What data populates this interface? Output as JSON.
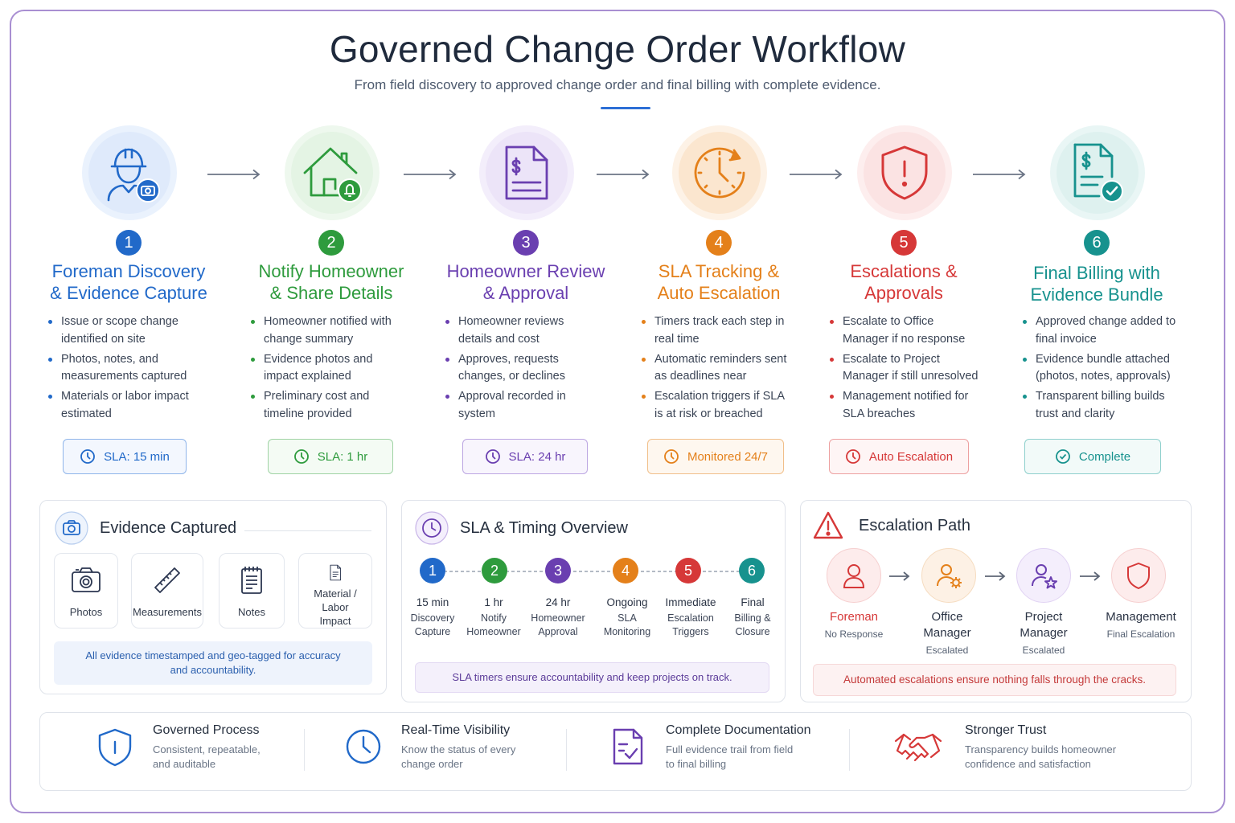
{
  "header": {
    "title": "Governed Change Order Workflow",
    "subtitle": "From field discovery to approved change order and final billing with complete evidence."
  },
  "colors": {
    "blue": "#2169c9",
    "green": "#2e9b3d",
    "purple": "#6a3fb0",
    "orange": "#e4801a",
    "red": "#d63838",
    "teal": "#17928e"
  },
  "steps": [
    {
      "number": "1",
      "title_l1": "Foreman Discovery",
      "title_l2": "& Evidence Capture",
      "icon": "foreman-camera-icon",
      "bullets": [
        "Issue or scope change identified on site",
        "Photos, notes, and measurements captured",
        "Materials or labor impact estimated"
      ],
      "sla": "SLA: 15 min"
    },
    {
      "number": "2",
      "title_l1": "Notify Homeowner",
      "title_l2": "& Share Details",
      "icon": "house-bell-icon",
      "bullets": [
        "Homeowner notified with change summary",
        "Evidence photos and impact explained",
        "Preliminary cost and timeline provided"
      ],
      "sla": "SLA: 1 hr"
    },
    {
      "number": "3",
      "title_l1": "Homeowner Review",
      "title_l2": "& Approval",
      "icon": "invoice-document-icon",
      "bullets": [
        "Homeowner reviews details and cost",
        "Approves, requests changes, or declines",
        "Approval recorded in system"
      ],
      "sla": "SLA: 24 hr"
    },
    {
      "number": "4",
      "title_l1": "SLA Tracking &",
      "title_l2": "Auto Escalation",
      "icon": "clock-icon",
      "bullets": [
        "Timers track each step in real time",
        "Automatic reminders sent as deadlines near",
        "Escalation triggers if SLA is at risk or breached"
      ],
      "sla": "Monitored 24/7"
    },
    {
      "number": "5",
      "title_l1": "Escalations &",
      "title_l2": "Approvals",
      "icon": "alert-shield-icon",
      "bullets": [
        "Escalate to Office Manager if no response",
        "Escalate to Project Manager if still unresolved",
        "Management notified for SLA breaches"
      ],
      "sla": "Auto Escalation"
    },
    {
      "number": "6",
      "title_l1": "Final Billing with",
      "title_l2": "Evidence Bundle",
      "icon": "billing-check-icon",
      "bullets": [
        "Approved change added to final invoice",
        "Evidence bundle attached (photos, notes, approvals)",
        "Transparent billing builds trust and clarity"
      ],
      "sla": "Complete"
    }
  ],
  "evidence": {
    "title": "Evidence Captured",
    "items": [
      {
        "label": "Photos",
        "icon": "camera-icon"
      },
      {
        "label": "Measurements",
        "icon": "ruler-icon"
      },
      {
        "label": "Notes",
        "icon": "notepad-icon"
      },
      {
        "label_l1": "Material / Labor",
        "label_l2": "Impact",
        "icon": "document-icon"
      }
    ],
    "note_l1": "All evidence timestamped and geo-tagged for accuracy",
    "note_l2": "and accountability."
  },
  "timing": {
    "title": "SLA & Timing Overview",
    "nodes": [
      {
        "n": "1",
        "time": "15 min",
        "l1": "Discovery",
        "l2": "Capture"
      },
      {
        "n": "2",
        "time": "1 hr",
        "l1": "Notify",
        "l2": "Homeowner"
      },
      {
        "n": "3",
        "time": "24 hr",
        "l1": "Homeowner",
        "l2": "Approval"
      },
      {
        "n": "4",
        "time": "Ongoing",
        "l1": "SLA",
        "l2": "Monitoring"
      },
      {
        "n": "5",
        "time": "Immediate",
        "l1": "Escalation",
        "l2": "Triggers"
      },
      {
        "n": "6",
        "time": "Final",
        "l1": "Billing &",
        "l2": "Closure"
      }
    ],
    "note": "SLA timers ensure accountability and keep projects on track."
  },
  "escalation": {
    "title": "Escalation Path",
    "nodes": [
      {
        "l1": "Foreman",
        "l2": "",
        "status": "No Response",
        "icon": "person-icon"
      },
      {
        "l1": "Office",
        "l2": "Manager",
        "status": "Escalated",
        "icon": "person-cog-icon"
      },
      {
        "l1": "Project",
        "l2": "Manager",
        "status": "Escalated",
        "icon": "person-star-icon"
      },
      {
        "l1": "Management",
        "l2": "",
        "status": "Final Escalation",
        "icon": "shield-icon"
      }
    ],
    "note": "Automated escalations ensure nothing falls through the cracks."
  },
  "benefits": [
    {
      "title": "Governed Process",
      "d1": "Consistent, repeatable,",
      "d2": "and auditable",
      "icon": "shield-info-icon"
    },
    {
      "title": "Real-Time Visibility",
      "d1": "Know the status of every",
      "d2": "change order",
      "icon": "clock-icon"
    },
    {
      "title": "Complete Documentation",
      "d1": "Full evidence trail from field",
      "d2": "to final billing",
      "icon": "document-check-icon"
    },
    {
      "title": "Stronger Trust",
      "d1": "Transparency builds homeowner",
      "d2": "confidence and satisfaction",
      "icon": "handshake-icon"
    }
  ]
}
